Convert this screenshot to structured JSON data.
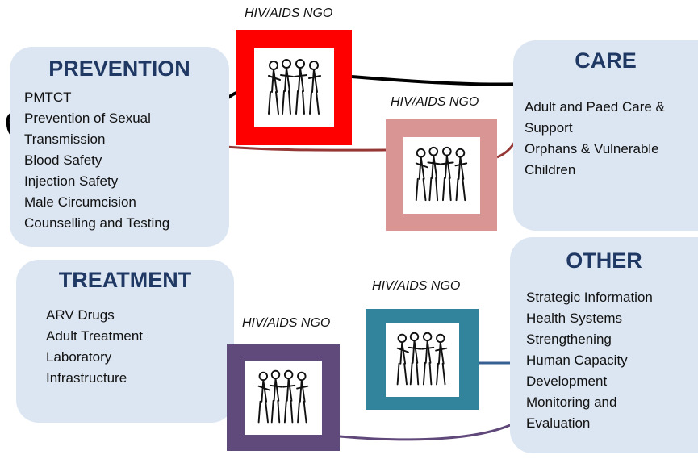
{
  "ngo_label": "HIV/AIDS NGO",
  "colors": {
    "panel_bg": "#dce6f2",
    "title_text": "#1f3864",
    "ngo_red": "#ff0000",
    "ngo_pink": "#d99494",
    "ngo_purple": "#5f4a7b",
    "ngo_teal": "#31849b",
    "line_black": "#000000",
    "line_maroon": "#953735",
    "line_purple": "#60497a",
    "line_blue": "#376092"
  },
  "icons": [
    "group-of-people-icon"
  ],
  "panels": {
    "prevention": {
      "title": "PREVENTION",
      "items": [
        "PMTCT",
        "Prevention of Sexual",
        "Transmission",
        "Blood Safety",
        "Injection Safety",
        "Male Circumcision",
        "Counselling and Testing"
      ]
    },
    "care": {
      "title": "CARE",
      "items": [
        "Adult and Paed Care &",
        "Support",
        "Orphans & Vulnerable",
        "Children"
      ]
    },
    "treatment": {
      "title": "TREATMENT",
      "items": [
        "ARV Drugs",
        "Adult Treatment",
        "Laboratory",
        "Infrastructure"
      ]
    },
    "other": {
      "title": "OTHER",
      "items": [
        "Strategic Information",
        "Health Systems",
        "Strengthening",
        "Human Capacity",
        "Development",
        "Monitoring and",
        "Evaluation"
      ]
    }
  }
}
